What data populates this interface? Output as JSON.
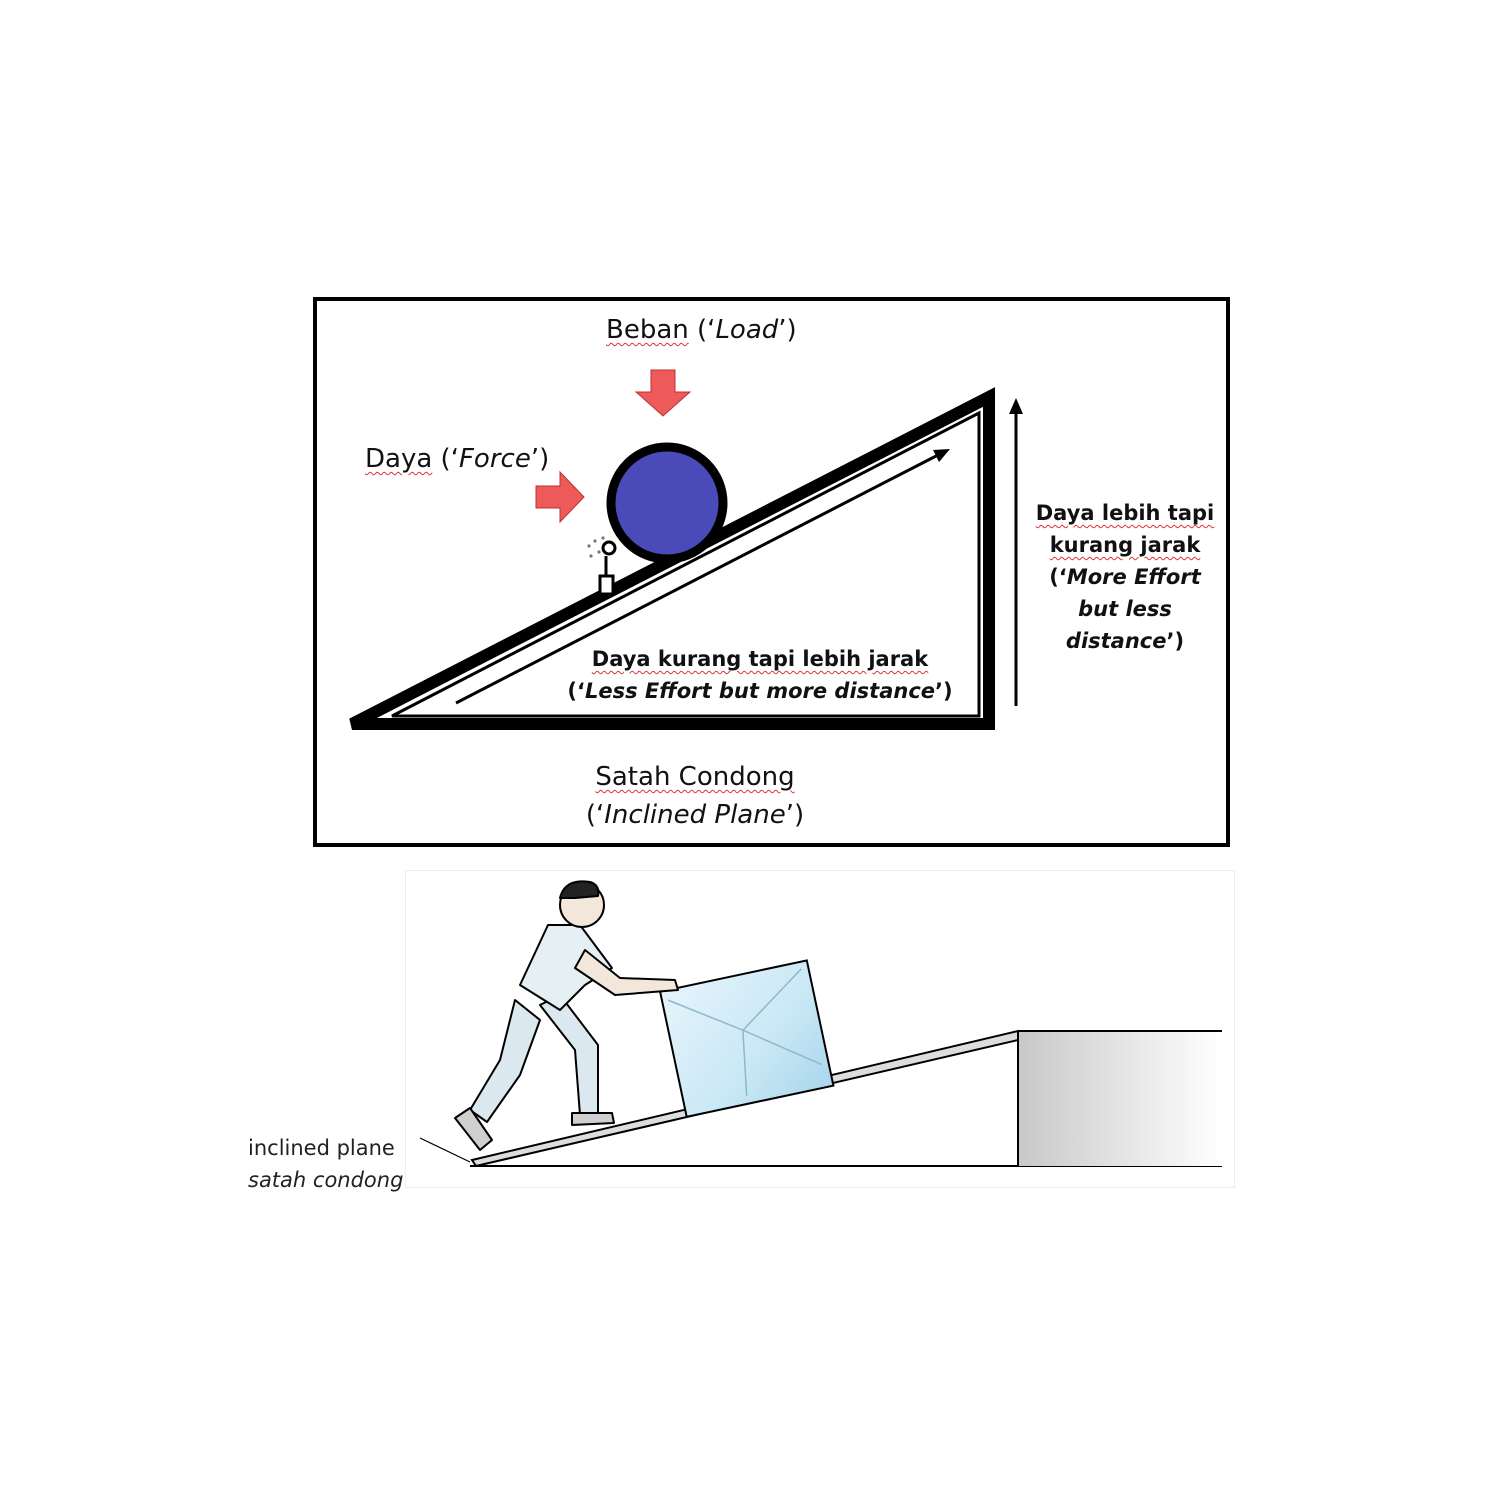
{
  "diagram": {
    "load": {
      "word": "Beban",
      "en": "Load"
    },
    "force": {
      "word": "Daya",
      "en": "Force"
    },
    "slope_label": {
      "line1": "Daya kurang tapi lebih jarak",
      "line2_en": "Less Effort but more distance"
    },
    "vertical_label": {
      "line1": "Daya lebih tapi",
      "line2": "kurang jarak",
      "line3_en": "More Effort",
      "line4_en": "but less",
      "line5_en": "distance"
    },
    "title": {
      "word": "Satah Condong",
      "en": "Inclined Plane"
    }
  },
  "illustration": {
    "caption_en": "inclined plane",
    "caption_ms": "satah condong"
  },
  "colors": {
    "ball": "#4a4ab8",
    "arrow": "#ee5a5a",
    "box": "#c9e8f5",
    "shirt": "#dbe8ef"
  }
}
